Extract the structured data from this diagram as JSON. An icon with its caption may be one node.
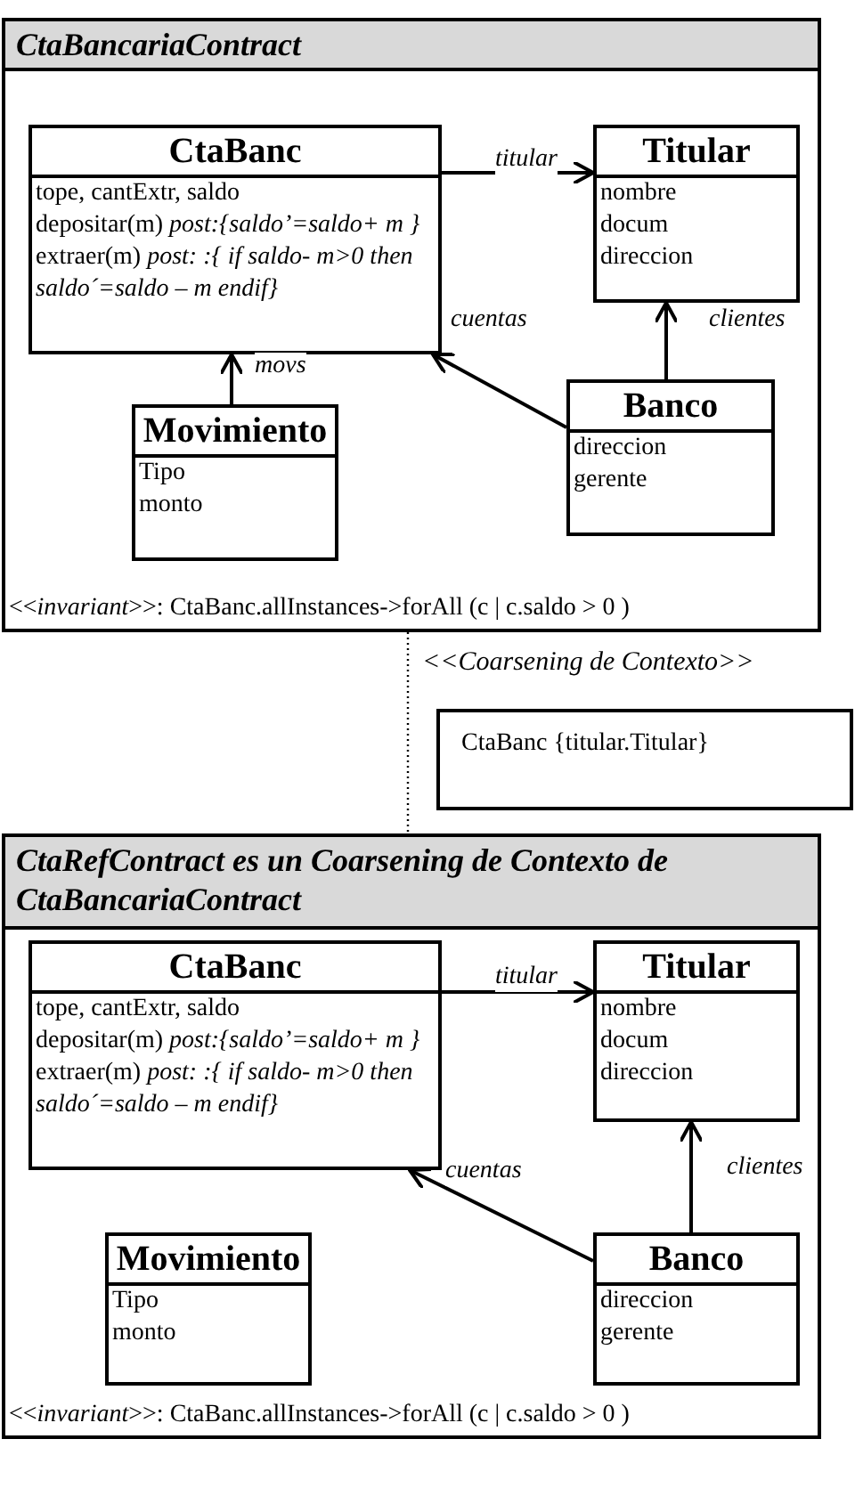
{
  "diagram": {
    "nodes": [
      {
        "text": [
          "CtaBancariaContract",
          "<<*invariant*>>: CtaBanc.allInstances->forAll (c | c.saldo > 0 )"
        ]
      },
      {
        "text": [
          "CtaBanc",
          "tope, cantExtr, saldo",
          "depositar(m) *post:{saldo’=saldo+ m }*",
          "extraer(m) *post: :{ if saldo- m>0 then saldo´=saldo – m  endif}*"
        ],
        "in": 0
      },
      {
        "text": [
          "Titular",
          "nombre",
          "docum",
          "direccion"
        ],
        "in": 0
      },
      {
        "text": [
          "Movimiento",
          "Tipo",
          "monto"
        ],
        "in": 0
      },
      {
        "text": [
          "Banco",
          "direccion",
          "gerente"
        ],
        "in": 0
      },
      {
        "text": [
          "CtaBanc {titular.Titular}"
        ]
      },
      {
        "text": [
          "CtaRefContract es un Coarsening de Contexto de CtaBancariaContract",
          "<<*invariant*>>: CtaBanc.allInstances->forAll (c | c.saldo > 0 )"
        ]
      },
      {
        "text": [
          "CtaBanc",
          "tope, cantExtr, saldo",
          "depositar(m) *post:{saldo’=saldo+ m }*",
          "extraer(m) *post: :{ if saldo- m>0 then saldo´=saldo – m  endif}*"
        ],
        "in": 6
      },
      {
        "text": [
          "Titular",
          "nombre",
          "docum",
          "direccion"
        ],
        "in": 6
      },
      {
        "text": [
          "Movimiento",
          "Tipo",
          "monto"
        ],
        "in": 6
      },
      {
        "text": [
          "Banco",
          "direccion",
          "gerente"
        ],
        "in": 6
      }
    ],
    "edges": [
      {
        "from": 1,
        "to": 2,
        "arrow": "to",
        "label": "titular"
      },
      {
        "from": 3,
        "to": 1,
        "arrow": "to",
        "label": "movs"
      },
      {
        "from": 4,
        "to": 1,
        "arrow": "to",
        "label": "cuentas"
      },
      {
        "from": 4,
        "to": 2,
        "arrow": "to",
        "label": "clientes"
      },
      {
        "from": 0,
        "to": 6,
        "arrow": "none",
        "label": "<<Coarsening de Contexto>>",
        "style": "dashed"
      },
      {
        "from": 7,
        "to": 8,
        "arrow": "to",
        "label": "titular"
      },
      {
        "from": 10,
        "to": 7,
        "arrow": "to",
        "label": "cuentas"
      },
      {
        "from": 10,
        "to": 8,
        "arrow": "to",
        "label": "clientes"
      }
    ]
  }
}
